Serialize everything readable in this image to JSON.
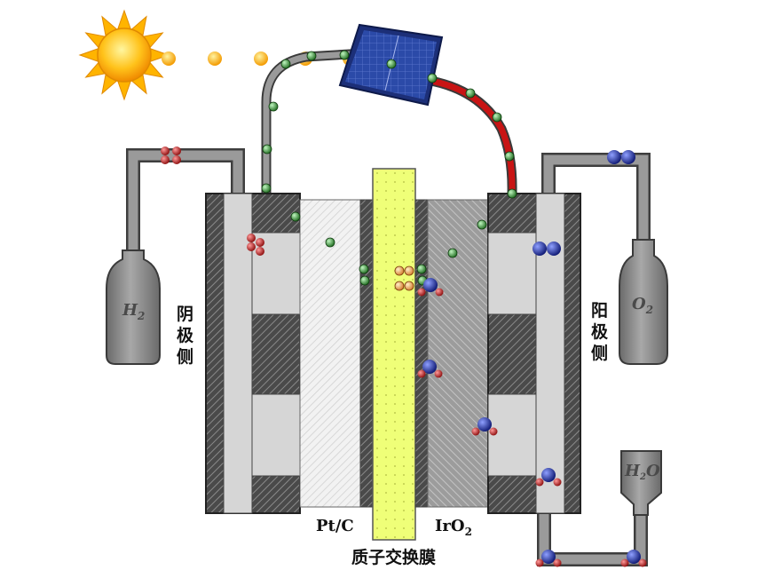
{
  "colors": {
    "background": "#ffffff",
    "pipe": "#8c8c8c",
    "pipe_dark": "#5c5c5c",
    "wire_positive": "#c81414",
    "membrane": "#efff78",
    "electron": "#2e8b2e",
    "proton": "#e8a05a",
    "oxygen": "#1a2a9a",
    "hydrogen": "#c01818",
    "sun": "#ffb400"
  },
  "icons": [
    "sun-icon",
    "solar-panel-icon",
    "h2-tank-icon",
    "o2-tank-icon",
    "h2o-tank-icon"
  ],
  "labels": {
    "cathode_catalyst": "Pt/C",
    "anode_catalyst": "IrO",
    "anode_catalyst_subscript": "2",
    "membrane": "质子交换膜",
    "cathode_side": [
      "阴",
      "极",
      "侧"
    ],
    "anode_side": [
      "阳",
      "极",
      "侧"
    ]
  },
  "tanks": {
    "h2": {
      "main": "H",
      "sub": "2"
    },
    "o2": {
      "main": "O",
      "sub": "2"
    },
    "h2o": {
      "main": "H",
      "sub": "2",
      "tail": "O"
    }
  }
}
